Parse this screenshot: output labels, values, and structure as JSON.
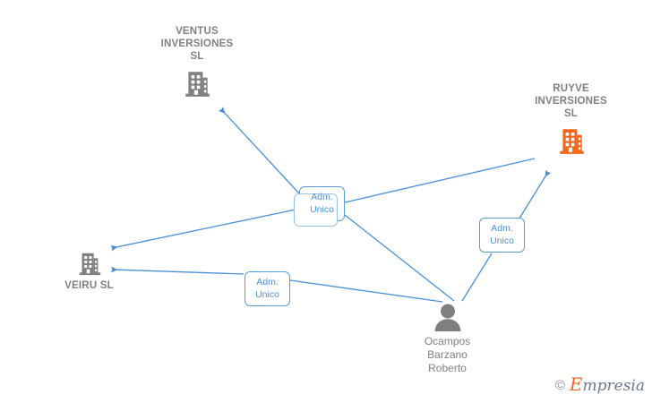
{
  "diagram": {
    "title": "Corporate relationship graph",
    "colors": {
      "edge": "#4a90d9",
      "label_border": "#5b9bd5",
      "label_text": "#4a90d9",
      "node_gray": "#808080",
      "node_highlight": "#f4661b",
      "text_gray": "#808080"
    },
    "nodes": [
      {
        "id": "ventus",
        "label": "VENTUS\nINVERSIONES\nSL",
        "icon": "building-icon",
        "color": "#808080",
        "type": "company"
      },
      {
        "id": "ruyve",
        "label": "RUYVE\nINVERSIONES\nSL",
        "icon": "building-icon",
        "color": "#f4661b",
        "type": "company",
        "highlighted": true
      },
      {
        "id": "veiru",
        "label": "VEIRU SL",
        "icon": "building-icon",
        "color": "#808080",
        "type": "company"
      },
      {
        "id": "person",
        "label": "Ocampos\nBarzano\nRoberto",
        "icon": "person-icon",
        "color": "#808080",
        "type": "person"
      }
    ],
    "edge_labels": [
      {
        "id": "label-center",
        "text": "Adm.\nUnico",
        "stacked": true
      },
      {
        "id": "label-right",
        "text": "Adm.\nUnico",
        "stacked": false
      },
      {
        "id": "label-bottom",
        "text": "Adm.\nUnico",
        "stacked": false
      }
    ],
    "edges": [
      {
        "from": "label-center",
        "to": "ventus",
        "arrow": true
      },
      {
        "from": "label-center",
        "to": "veiru",
        "arrow": true
      },
      {
        "from": "label-center",
        "to": "ruyve",
        "arrow": false
      },
      {
        "from": "person",
        "to": "label-center",
        "arrow": false
      },
      {
        "from": "person",
        "to": "label-right",
        "arrow": false
      },
      {
        "from": "label-right",
        "to": "ruyve",
        "arrow": true
      },
      {
        "from": "person",
        "to": "label-bottom",
        "arrow": false
      },
      {
        "from": "label-bottom",
        "to": "veiru",
        "arrow": true
      }
    ]
  },
  "watermark": {
    "copyright": "©",
    "brand_initial": "E",
    "brand_rest": "mpresia"
  }
}
